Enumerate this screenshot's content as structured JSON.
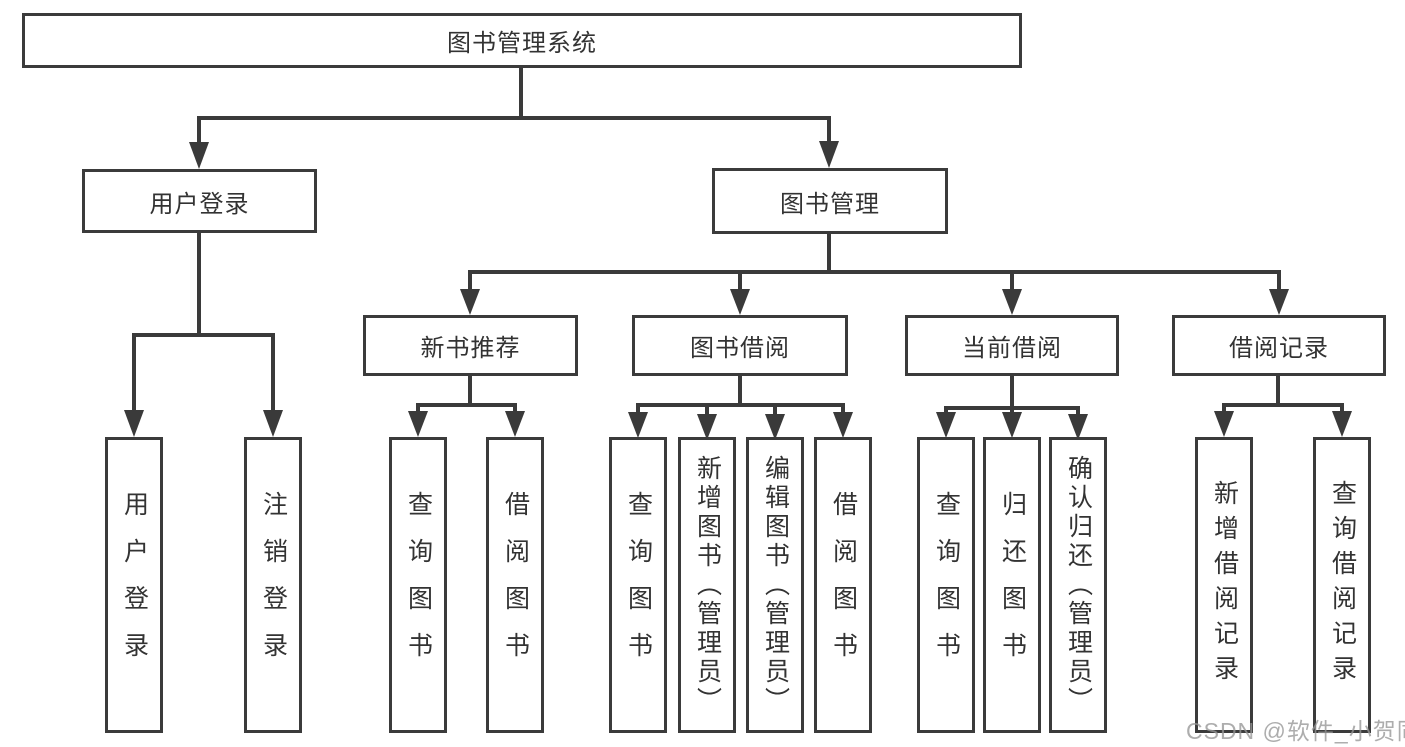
{
  "tree": {
    "root": {
      "label": "图书管理系统"
    },
    "branches": [
      {
        "label": "用户登录",
        "children": [
          {
            "label": "用户登录"
          },
          {
            "label": "注销登录"
          }
        ]
      },
      {
        "label": "图书管理",
        "groups": [
          {
            "label": "新书推荐",
            "children": [
              {
                "label": "查询图书"
              },
              {
                "label": "借阅图书"
              }
            ]
          },
          {
            "label": "图书借阅",
            "children": [
              {
                "label": "查询图书"
              },
              {
                "label": "新增图书（管理员）"
              },
              {
                "label": "编辑图书（管理员）"
              },
              {
                "label": "借阅图书"
              }
            ]
          },
          {
            "label": "当前借阅",
            "children": [
              {
                "label": "查询图书"
              },
              {
                "label": "归还图书"
              },
              {
                "label": "确认归还（管理员）"
              }
            ]
          },
          {
            "label": "借阅记录",
            "children": [
              {
                "label": "新增借阅记录"
              },
              {
                "label": "查询借阅记录"
              }
            ]
          }
        ]
      }
    ]
  },
  "colors": {
    "line": "#3a3a3a",
    "text": "#333333",
    "watermark": "#969696"
  },
  "watermark": {
    "text": "CSDN @软件_小贺同学"
  }
}
